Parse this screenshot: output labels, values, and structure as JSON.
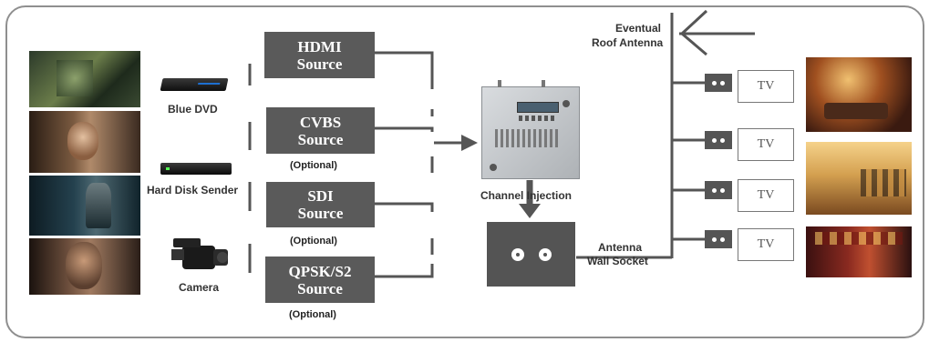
{
  "devices": {
    "dvd_label": "Blue DVD",
    "hdd_label": "Hard Disk Sender",
    "camera_label": "Camera"
  },
  "sources": [
    {
      "line1": "HDMI",
      "line2": "Source",
      "note": ""
    },
    {
      "line1": "CVBS",
      "line2": "Source",
      "note": "(Optional)"
    },
    {
      "line1": "SDI",
      "line2": "Source",
      "note": "(Optional)"
    },
    {
      "line1": "QPSK/S2",
      "line2": "Source",
      "note": "(Optional)"
    }
  ],
  "modulator": {
    "label": "Channel Injection"
  },
  "wall_socket": {
    "line1": "Antenna",
    "line2": "Wall Socket"
  },
  "antenna": {
    "line1": "Eventual",
    "line2": "Roof Antenna"
  },
  "tvs": [
    {
      "label": "TV"
    },
    {
      "label": "TV"
    },
    {
      "label": "TV"
    },
    {
      "label": "TV"
    }
  ],
  "colors": {
    "source_box": "#5a5a5a",
    "lines": "#555555",
    "frame": "#8f8f8f",
    "modulator": "#c9ccd0"
  }
}
